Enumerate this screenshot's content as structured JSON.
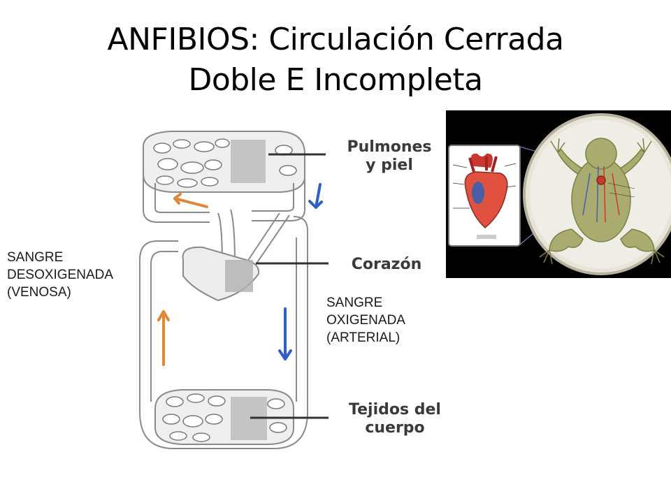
{
  "title": {
    "line1": "ANFIBIOS: Circulación Cerrada",
    "line2": "Doble E Incompleta"
  },
  "labels": {
    "venosa": [
      "SANGRE",
      "DESOXIGENADA",
      "(VENOSA)"
    ],
    "arterial": [
      "SANGRE",
      "OXIGENADA",
      "(ARTERIAL)"
    ]
  },
  "diagram": {
    "lungs": [
      "Pulmones",
      "y piel"
    ],
    "heart": "Corazón",
    "tissues": [
      "Tejidos del",
      "cuerpo"
    ]
  },
  "colors": {
    "vessel_fill": "#efefef",
    "vessel_stroke": "#8a8a8a",
    "venous_arrow": "#e0873a",
    "arterial_arrow": "#2f5fc4",
    "panel_bg": "#000000"
  }
}
